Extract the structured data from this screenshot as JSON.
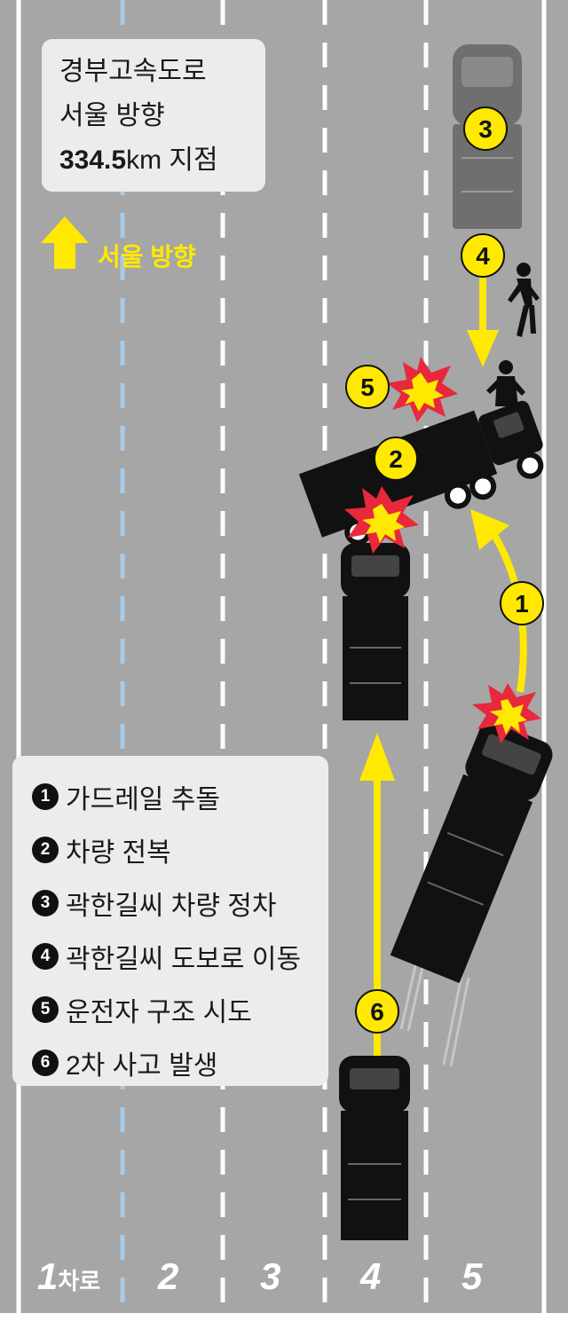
{
  "location": {
    "line1": "경부고속도로",
    "line2": "서울 방향",
    "line3_bold": "334.5",
    "line3_rest": "km 지점"
  },
  "direction_label": "서울 방향",
  "lanes": [
    {
      "number": "1",
      "suffix": "차로"
    },
    {
      "number": "2",
      "suffix": ""
    },
    {
      "number": "3",
      "suffix": ""
    },
    {
      "number": "4",
      "suffix": ""
    },
    {
      "number": "5",
      "suffix": ""
    }
  ],
  "legend": [
    {
      "num": "1",
      "text": "가드레일 추돌"
    },
    {
      "num": "2",
      "text": "차량 전복"
    },
    {
      "num": "3",
      "text": "곽한길씨 차량 정차"
    },
    {
      "num": "4",
      "text": "곽한길씨 도보로 이동"
    },
    {
      "num": "5",
      "text": "운전자 구조 시도"
    },
    {
      "num": "6",
      "text": "2차 사고 발생"
    }
  ],
  "step_badges": [
    "1",
    "2",
    "3",
    "4",
    "5",
    "6"
  ],
  "colors": {
    "road": "#a6a6a6",
    "lane_line": "#ffffff",
    "center_line": "#a9cbe8",
    "arrow": "#ffe900",
    "vehicle": "#111111",
    "parked_car": "#6f6f6f",
    "explosion_outer": "#e8283c",
    "explosion_inner": "#ffe900"
  }
}
